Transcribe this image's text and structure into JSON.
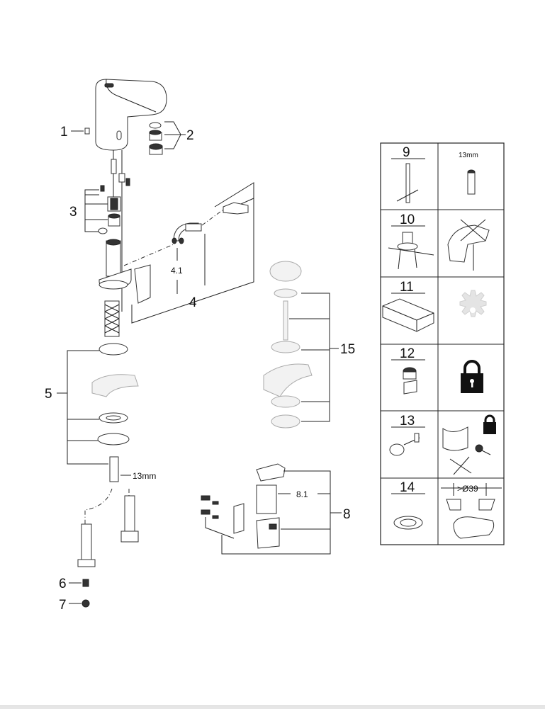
{
  "diagram": {
    "callouts": {
      "c1": "1",
      "c2": "2",
      "c3": "3",
      "c4": "4",
      "c4_1": "4.1",
      "c5": "5",
      "c6": "6",
      "c7": "7",
      "c8": "8",
      "c8_1": "8.1",
      "c15": "15",
      "wrench_size": "13mm"
    },
    "tools_grid": {
      "rows": [
        {
          "number": "9",
          "right_caption": "13mm",
          "right_icon": "socket-wrench-icon",
          "left_icon": "t-key-tool-icon"
        },
        {
          "number": "10",
          "right_caption": "",
          "right_icon": "do-not-install-crossed-icon",
          "left_icon": "mounting-flange-icon"
        },
        {
          "number": "11",
          "right_caption": "",
          "right_icon": "gear-icon",
          "left_icon": "remote-control-icon"
        },
        {
          "number": "12",
          "right_caption": "",
          "right_icon": "padlock-icon",
          "left_icon": "aerator-key-icon"
        },
        {
          "number": "13",
          "right_caption": "",
          "right_icon": "padlock-bracket-icon",
          "left_icon": "anti-theft-screw-icon"
        },
        {
          "number": "14",
          "right_caption": ">Ø39",
          "right_icon": "basin-hole-diameter-icon",
          "left_icon": "washer-ring-icon"
        }
      ]
    },
    "colors": {
      "line": "#222222",
      "ghost": "#aaaaaa",
      "lock": "#111111"
    }
  }
}
